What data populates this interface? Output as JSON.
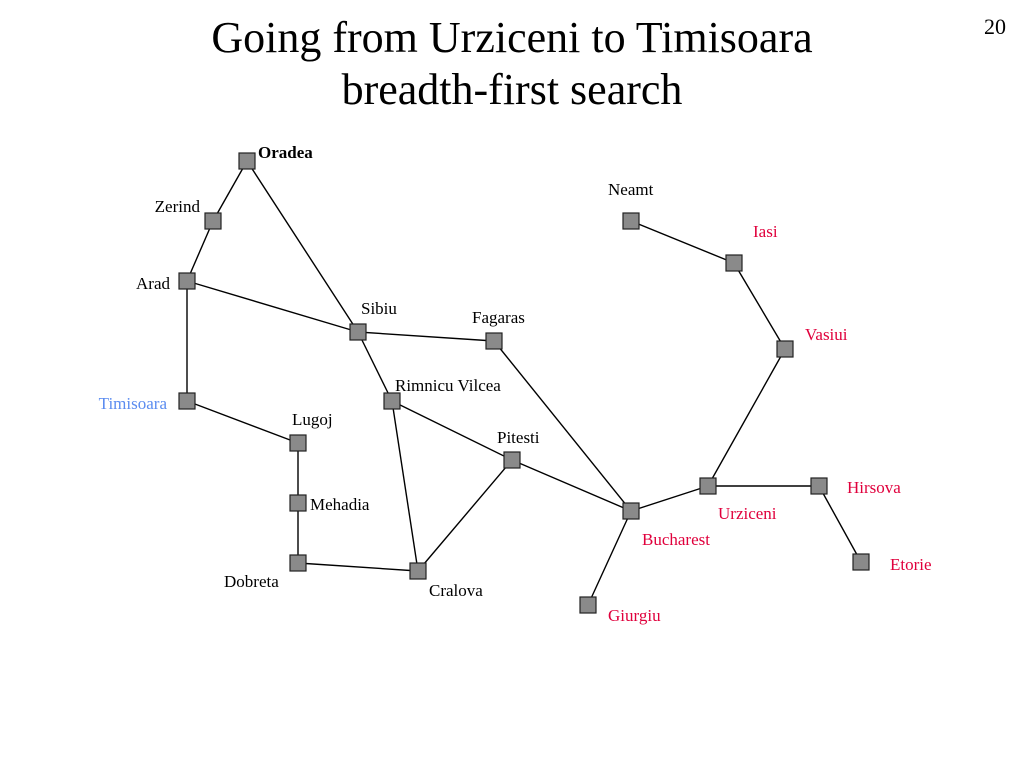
{
  "slide": {
    "title_line1": "Going from Urziceni to Timisoara",
    "title_line2": "breadth-first search",
    "page_number": "20"
  },
  "colors": {
    "node_fill": "#8a8a8a",
    "node_stroke": "#222222",
    "edge": "#000000",
    "default_label": "#000000",
    "visited_label": "#e0003c",
    "goal_label": "#5b8cf0"
  },
  "cities": [
    {
      "id": "oradea",
      "label": "Oradea",
      "state": "default",
      "bold": true
    },
    {
      "id": "zerind",
      "label": "Zerind",
      "state": "default"
    },
    {
      "id": "arad",
      "label": "Arad",
      "state": "default"
    },
    {
      "id": "timisoara",
      "label": "Timisoara",
      "state": "goal"
    },
    {
      "id": "sibiu",
      "label": "Sibiu",
      "state": "default"
    },
    {
      "id": "fagaras",
      "label": "Fagaras",
      "state": "default"
    },
    {
      "id": "rimnicu",
      "label": "Rimnicu Vilcea",
      "state": "default"
    },
    {
      "id": "lugoj",
      "label": "Lugoj",
      "state": "default"
    },
    {
      "id": "pitesti",
      "label": "Pitesti",
      "state": "default"
    },
    {
      "id": "mehadia",
      "label": "Mehadia",
      "state": "default"
    },
    {
      "id": "dobreta",
      "label": "Dobreta",
      "state": "default"
    },
    {
      "id": "cralova",
      "label": "Cralova",
      "state": "default"
    },
    {
      "id": "bucharest",
      "label": "Bucharest",
      "state": "visited"
    },
    {
      "id": "giurgiu",
      "label": "Giurgiu",
      "state": "visited"
    },
    {
      "id": "urziceni",
      "label": "Urziceni",
      "state": "visited"
    },
    {
      "id": "hirsova",
      "label": "Hirsova",
      "state": "visited"
    },
    {
      "id": "etorie",
      "label": "Etorie",
      "state": "visited"
    },
    {
      "id": "vasiui",
      "label": "Vasiui",
      "state": "visited"
    },
    {
      "id": "iasi",
      "label": "Iasi",
      "state": "visited"
    },
    {
      "id": "neamt",
      "label": "Neamt",
      "state": "default"
    }
  ],
  "edges": [
    [
      "oradea",
      "zerind"
    ],
    [
      "zerind",
      "arad"
    ],
    [
      "oradea",
      "sibiu"
    ],
    [
      "arad",
      "sibiu"
    ],
    [
      "arad",
      "timisoara"
    ],
    [
      "timisoara",
      "lugoj"
    ],
    [
      "lugoj",
      "mehadia"
    ],
    [
      "mehadia",
      "dobreta"
    ],
    [
      "dobreta",
      "cralova"
    ],
    [
      "sibiu",
      "fagaras"
    ],
    [
      "sibiu",
      "rimnicu"
    ],
    [
      "rimnicu",
      "cralova"
    ],
    [
      "rimnicu",
      "pitesti"
    ],
    [
      "cralova",
      "pitesti"
    ],
    [
      "pitesti",
      "bucharest"
    ],
    [
      "fagaras",
      "bucharest"
    ],
    [
      "bucharest",
      "giurgiu"
    ],
    [
      "bucharest",
      "urziceni"
    ],
    [
      "urziceni",
      "hirsova"
    ],
    [
      "hirsova",
      "etorie"
    ],
    [
      "urziceni",
      "vasiui"
    ],
    [
      "vasiui",
      "iasi"
    ],
    [
      "iasi",
      "neamt"
    ]
  ]
}
